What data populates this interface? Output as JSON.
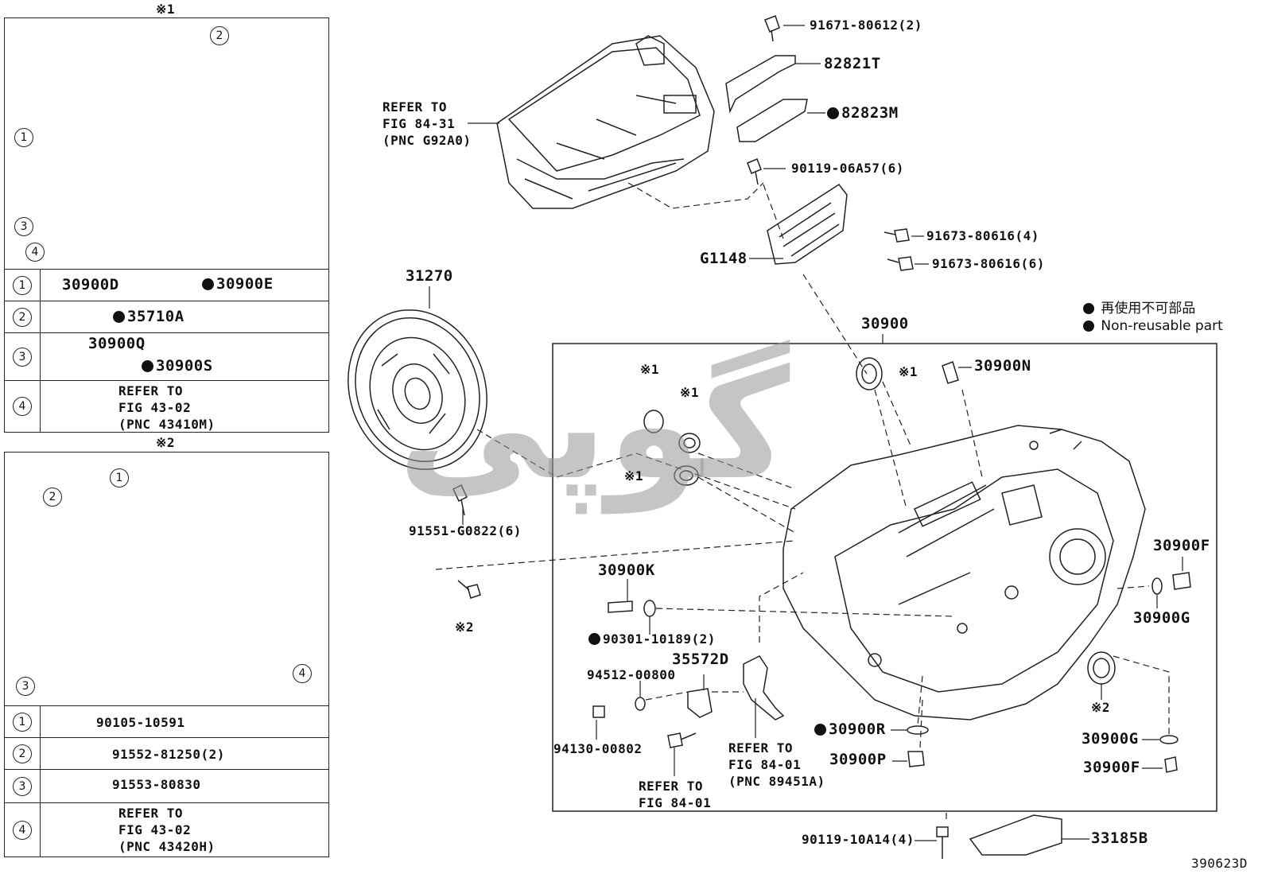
{
  "diagram_id": "390623D",
  "watermark": "گوپی",
  "panel1": {
    "mark": "※1",
    "callouts": [
      "1",
      "2",
      "3",
      "4"
    ],
    "rows": [
      {
        "num": "1",
        "part_a": "30900D",
        "part_b": "30900E",
        "b_nonreusable": true
      },
      {
        "num": "2",
        "part": "35710A",
        "nonreusable": true
      },
      {
        "num": "3",
        "part_a": "30900Q",
        "part_b": "30900S",
        "b_nonreusable": true
      },
      {
        "num": "4",
        "refer": "REFER TO\nFIG 43-02\n(PNC 43410M)"
      }
    ]
  },
  "panel2": {
    "mark": "※2",
    "callouts": [
      "1",
      "2",
      "3",
      "4"
    ],
    "rows": [
      {
        "num": "1",
        "part": "90105-10591"
      },
      {
        "num": "2",
        "part": "91552-81250(2)"
      },
      {
        "num": "3",
        "part": "91553-80830"
      },
      {
        "num": "4",
        "refer": "REFER TO\nFIG 43-02\n(PNC 43420H)"
      }
    ]
  },
  "legend": {
    "line1": "再使用不可部品",
    "line2": "Non-reusable part"
  },
  "labels": {
    "p91671": "91671-80612(2)",
    "p82821T": "82821T",
    "p82823M": "82823M",
    "p90119_06": "90119-06A57(6)",
    "refer_g92a0": "REFER TO\nFIG 84-31\n(PNC G92A0)",
    "p91673_4": "91673-80616(4)",
    "p91673_6": "91673-80616(6)",
    "pG1148": "G1148",
    "p31270": "31270",
    "p91551": "91551-G0822(6)",
    "mark2_bolt": "※2",
    "p30900": "30900",
    "mark1_a": "※1",
    "mark1_b": "※1",
    "mark1_c": "※1",
    "mark1_d": "※1",
    "p30900N": "30900N",
    "p30900K": "30900K",
    "p90301": "90301-10189(2)",
    "p35572D": "35572D",
    "p94512": "94512-00800",
    "p94130": "94130-00802",
    "refer_841_a": "REFER TO\nFIG 84-01",
    "refer_841_b": "REFER TO\nFIG 84-01\n(PNC 89451A)",
    "p30900R": "30900R",
    "p30900P": "30900P",
    "p30900F_top": "30900F",
    "p30900G_top": "30900G",
    "mark2_seal": "※2",
    "p30900G_bot": "30900G",
    "p30900F_bot": "30900F",
    "p90119_10": "90119-10A14(4)",
    "p33185B": "33185B"
  }
}
